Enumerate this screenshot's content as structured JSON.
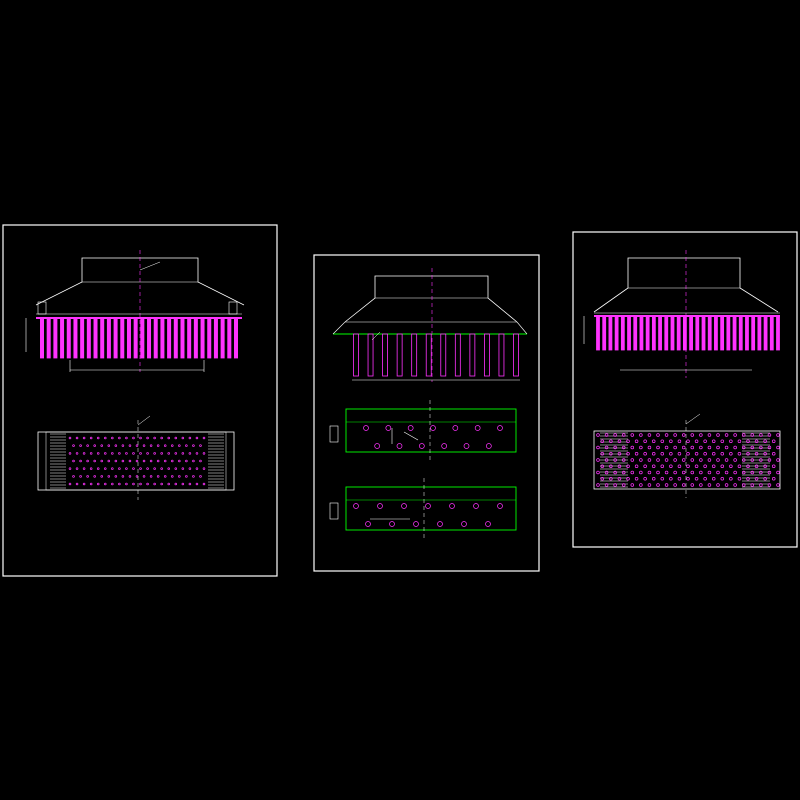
{
  "colors": {
    "background": "#000000",
    "frame": "#ffffff",
    "pile": "#ff33ff",
    "grid": "#00ff00",
    "title": "#ff2020",
    "dim": "#ffffff",
    "dash": "#ff33ff"
  },
  "sheets": [
    {
      "id": "sheet-1",
      "elevation_title": "",
      "plan_title": "",
      "notes": []
    },
    {
      "id": "sheet-2",
      "elevation_title": "",
      "plan_title": "",
      "plan2_title": "",
      "notes": []
    },
    {
      "id": "sheet-3",
      "elevation_title": "",
      "plan_title": "",
      "notes": []
    }
  ]
}
